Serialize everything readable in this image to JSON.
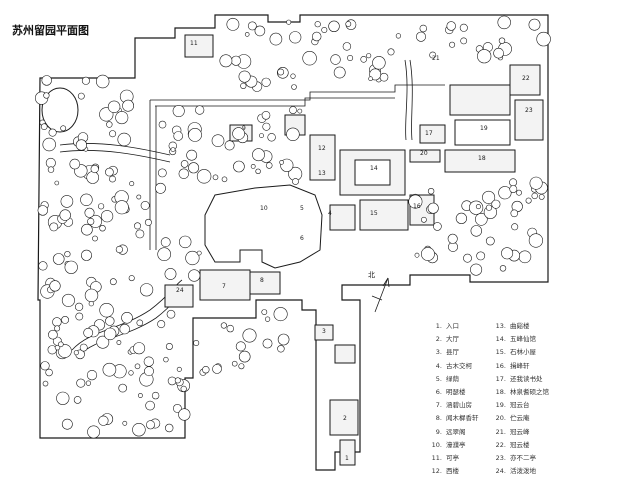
{
  "title": "苏州留园平面图",
  "north_label": "北",
  "legend": {
    "left": [
      {
        "num": "1.",
        "name": "入口"
      },
      {
        "num": "2.",
        "name": "大厅"
      },
      {
        "num": "3.",
        "name": "县厅"
      },
      {
        "num": "4.",
        "name": "古木交柯"
      },
      {
        "num": "5.",
        "name": "绿荫"
      },
      {
        "num": "6.",
        "name": "明瑟楼"
      },
      {
        "num": "7.",
        "name": "涵碧山房"
      },
      {
        "num": "8.",
        "name": "闻木樨香轩"
      },
      {
        "num": "9.",
        "name": "远翠阁"
      },
      {
        "num": "10.",
        "name": "濠濮亭"
      },
      {
        "num": "11.",
        "name": "可亭"
      },
      {
        "num": "12.",
        "name": "西楼"
      }
    ],
    "right": [
      {
        "num": "13.",
        "name": "曲谿楼"
      },
      {
        "num": "14.",
        "name": "五峰仙馆"
      },
      {
        "num": "15.",
        "name": "石林小屋"
      },
      {
        "num": "16.",
        "name": "揖峰轩"
      },
      {
        "num": "17.",
        "name": "还我读书处"
      },
      {
        "num": "18.",
        "name": "林泉耆硕之馆"
      },
      {
        "num": "19.",
        "name": "冠云台"
      },
      {
        "num": "20.",
        "name": "伫云庵"
      },
      {
        "num": "21.",
        "name": "冠云峰"
      },
      {
        "num": "22.",
        "name": "冠云楼"
      },
      {
        "num": "23.",
        "name": "亦不二亭"
      },
      {
        "num": "24.",
        "name": "活泼泼地"
      }
    ]
  },
  "map_labels": [
    {
      "text": "1"
    },
    {
      "text": "2"
    },
    {
      "text": "3"
    },
    {
      "text": "4"
    },
    {
      "text": "5"
    },
    {
      "text": "6"
    },
    {
      "text": "7"
    },
    {
      "text": "8"
    },
    {
      "text": "9"
    },
    {
      "text": "10"
    },
    {
      "text": "11"
    },
    {
      "text": "12"
    },
    {
      "text": "13"
    },
    {
      "text": "14"
    },
    {
      "text": "15"
    },
    {
      "text": "16"
    },
    {
      "text": "17"
    },
    {
      "text": "18"
    },
    {
      "text": "19"
    },
    {
      "text": "20"
    },
    {
      "text": "21"
    },
    {
      "text": "22"
    },
    {
      "text": "23"
    },
    {
      "text": "24"
    }
  ],
  "colors": {
    "ink": "#1a1a1a",
    "paper": "#ffffff",
    "water": "#ffffff",
    "building_fill": "#f3f3f3",
    "tree_fill": "#ffffff"
  }
}
